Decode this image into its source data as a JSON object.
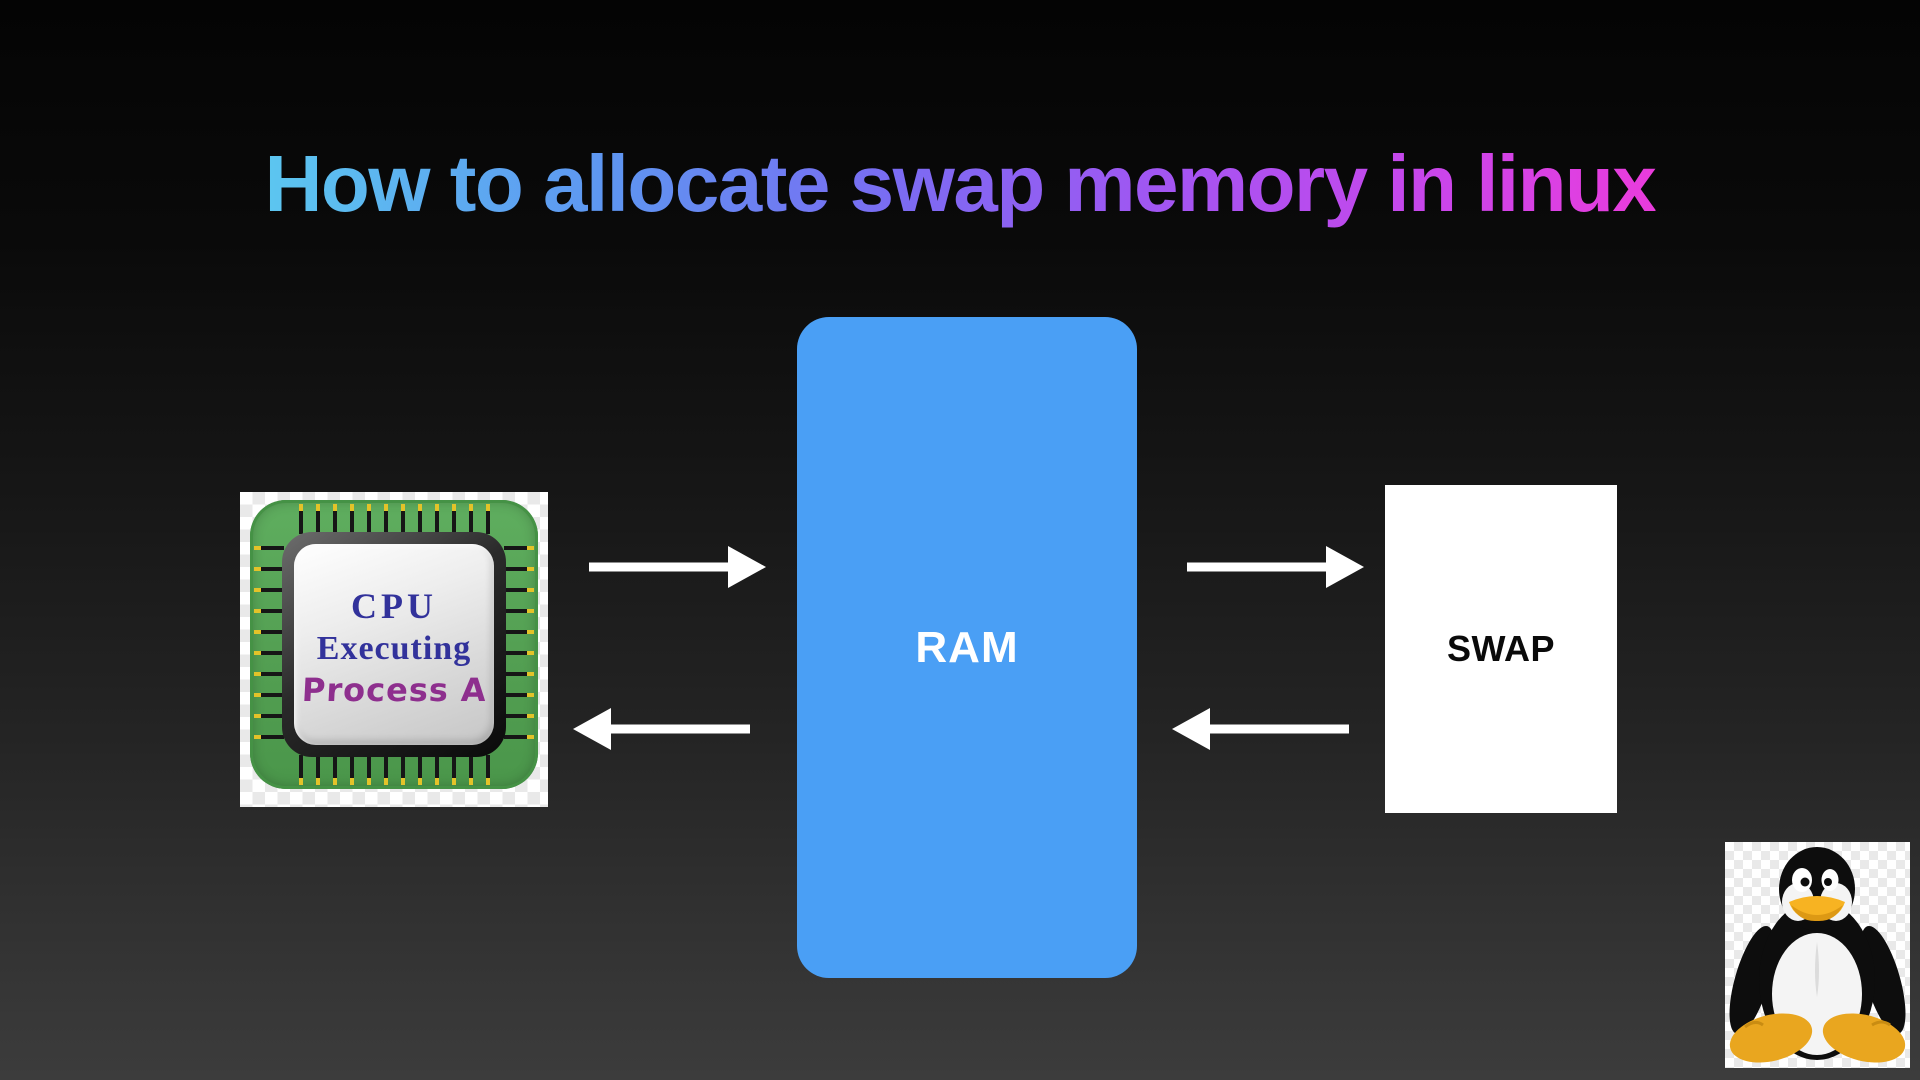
{
  "title": {
    "text": "How to allocate swap memory in linux",
    "gradient": [
      "#5cc6f0",
      "#5e95f1",
      "#7a6cf2",
      "#a355f2",
      "#cb45ea",
      "#ea3cdc"
    ]
  },
  "nodes": {
    "cpu": {
      "icon": "cpu-chip-image",
      "lines": [
        "CPU",
        "Executing",
        "Process A"
      ],
      "chip_color": "#539f52",
      "text_colors": [
        "#32329b",
        "#32329b",
        "#8e2f8e"
      ]
    },
    "ram": {
      "label": "RAM",
      "color": "#4a9ff5",
      "text_color": "#ffffff"
    },
    "swap": {
      "label": "SWAP",
      "color": "#ffffff",
      "text_color": "#0a0a0a"
    }
  },
  "arrows": [
    {
      "name": "cpu-to-ram",
      "direction": "right",
      "color": "#ffffff"
    },
    {
      "name": "ram-to-cpu",
      "direction": "left",
      "color": "#ffffff"
    },
    {
      "name": "ram-to-swap",
      "direction": "right",
      "color": "#ffffff"
    },
    {
      "name": "swap-to-ram",
      "direction": "left",
      "color": "#ffffff"
    }
  ],
  "icons": {
    "tux": "linux-tux-logo"
  },
  "background": {
    "top": "#040404",
    "bottom": "#3c3c3c"
  }
}
